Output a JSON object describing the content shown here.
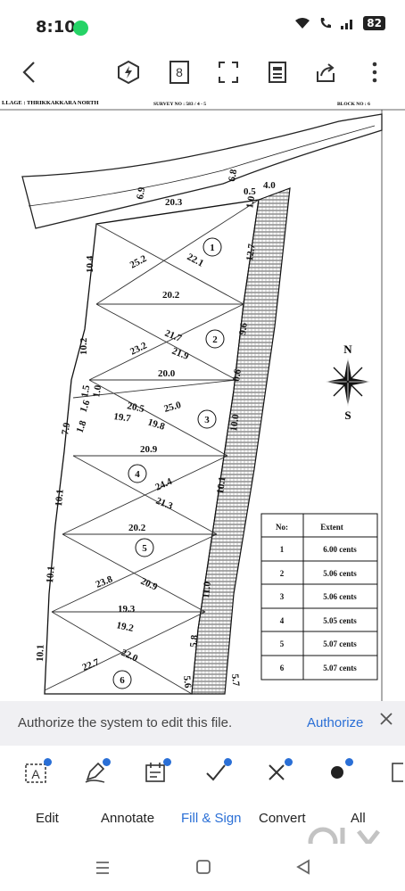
{
  "status_bar": {
    "time": "8:10",
    "battery": "82"
  },
  "document": {
    "header": {
      "village": "LLAGE : THRIKKAKKARA NORTH",
      "survey": "SURVEY NO : 583 / 4 - 5",
      "block": "BLOCK NO : 6"
    },
    "compass": {
      "north": "N",
      "south": "S"
    },
    "dimensions": [
      "6.9",
      "6.8",
      "20.3",
      "0.5",
      "4.0",
      "1.0",
      "10.4",
      "25.2",
      "22.1",
      "12.7",
      "20.2",
      "9.6",
      "10.2",
      "21.7",
      "23.2",
      "21.9",
      "20.0",
      "0.6",
      "1.5",
      "1.0",
      "1.6",
      "20.5",
      "25.0",
      "19.7",
      "19.8",
      "7.9",
      "1.8",
      "10.0",
      "20.9",
      "24.4",
      "10.1",
      "21.3",
      "10.1",
      "20.2",
      "10.1",
      "23.8",
      "20.9",
      "11.0",
      "19.3",
      "19.2",
      "5.8",
      "10.1",
      "22.0",
      "22.7",
      "5.6",
      "5.7"
    ],
    "plot_numbers": [
      "1",
      "2",
      "3",
      "4",
      "5",
      "6"
    ],
    "extent_table": {
      "headers": [
        "No:",
        "Extent"
      ],
      "rows": [
        [
          "1",
          "6.00 cents"
        ],
        [
          "2",
          "5.06 cents"
        ],
        [
          "3",
          "5.06 cents"
        ],
        [
          "4",
          "5.05 cents"
        ],
        [
          "5",
          "5.07 cents"
        ],
        [
          "6",
          "5.07 cents"
        ]
      ]
    }
  },
  "auth_bar": {
    "message": "Authorize the system to edit this file.",
    "button": "Authorize"
  },
  "bottom_tabs": [
    "Edit",
    "Annotate",
    "Fill & Sign",
    "Convert",
    "All"
  ],
  "colors": {
    "accent": "#2a6fd6",
    "badge": "#2a6fd6"
  }
}
